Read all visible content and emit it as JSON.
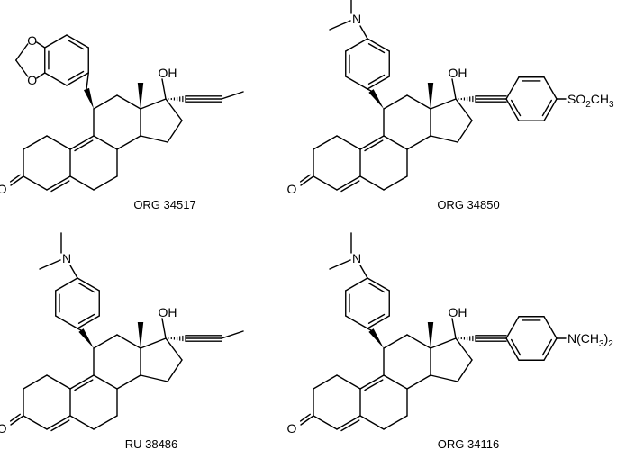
{
  "molecules": [
    {
      "name": "ORG 34517",
      "subst11": "benzodioxole",
      "subst17": "propynyl",
      "label_oh": "OH",
      "label_o": "O",
      "label_ring_o1": "O",
      "label_ring_o2": "O"
    },
    {
      "name": "ORG 34850",
      "subst11": "dimethylaminophenyl",
      "subst17": "phenylethynyl-SO2CH3",
      "label_oh": "OH",
      "label_o": "O",
      "label_n": "N",
      "label_tail": "SO",
      "label_tail_sub": "2",
      "label_tail_end": "CH",
      "label_tail_sub2": "3"
    },
    {
      "name": "RU 38486",
      "subst11": "dimethylaminophenyl",
      "subst17": "propynyl",
      "label_oh": "OH",
      "label_o": "O",
      "label_n": "N"
    },
    {
      "name": "ORG 34116",
      "subst11": "dimethylaminophenyl",
      "subst17": "phenylethynyl-N(CH3)2",
      "label_oh": "OH",
      "label_o": "O",
      "label_n": "N",
      "label_tail": "N(CH",
      "label_tail_sub": "3",
      "label_tail_end": ")",
      "label_tail_sub2": "2"
    }
  ]
}
